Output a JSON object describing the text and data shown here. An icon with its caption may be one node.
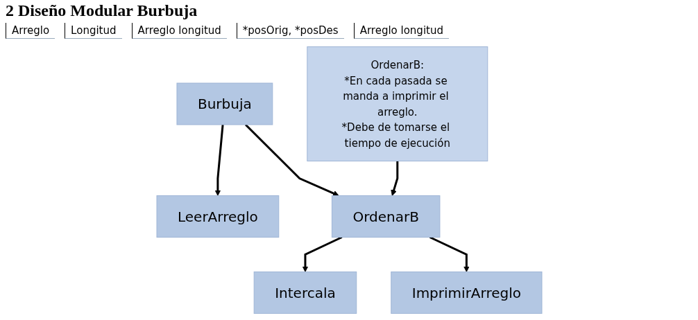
{
  "diagram": {
    "title": "2 Diseño Modular Burbuja",
    "nodes": [
      {
        "text": [
          "Burbuja"
        ]
      },
      {
        "text": [
          "LeerArreglo"
        ]
      },
      {
        "text": [
          "OrdenarB"
        ]
      },
      {
        "text": [
          "OrdenarB:",
          "*En cada pasada se manda a imprimir el arreglo.",
          "*Debe de tomarse el tiempo de ejecución"
        ]
      },
      {
        "text": [
          "Intercala"
        ]
      },
      {
        "text": [
          "ImprimirArreglo"
        ]
      }
    ],
    "edges": [
      {
        "from": 0,
        "to": 1,
        "arrow": "to"
      },
      {
        "from": 0,
        "to": 2,
        "arrow": "to"
      },
      {
        "from": 3,
        "to": 2,
        "arrow": "to"
      },
      {
        "from": 2,
        "to": 4,
        "arrow": "to"
      },
      {
        "from": 2,
        "to": 5,
        "arrow": "to"
      }
    ],
    "labels": [
      "Arreglo",
      "Longitud",
      "Arreglo longitud",
      "*posOrig, *posDes",
      "Arreglo longitud"
    ]
  }
}
